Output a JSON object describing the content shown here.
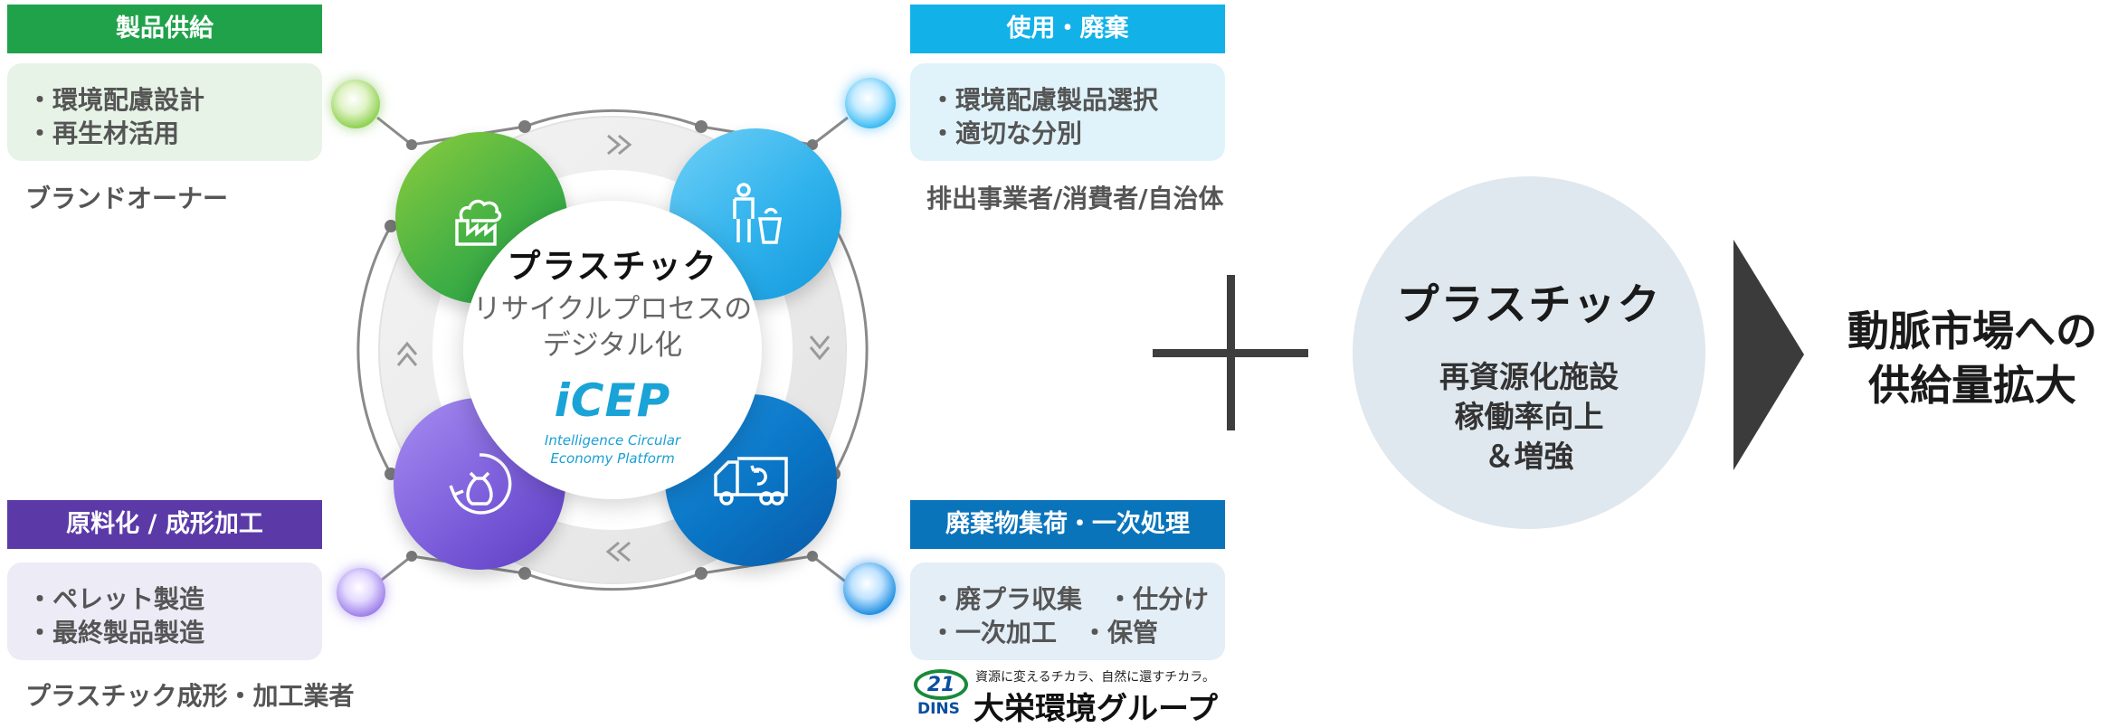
{
  "stages": {
    "supply": {
      "header": "製品供給",
      "items": [
        "・環境配慮設計",
        "・再生材活用"
      ],
      "actor": "ブランドオーナー",
      "color": "#1fa24a"
    },
    "use": {
      "header": "使用・廃棄",
      "items": [
        "・環境配慮製品選択",
        "・適切な分別"
      ],
      "actor": "排出事業者/消費者/自治体",
      "color": "#12b1e8"
    },
    "material": {
      "header": "原料化 / 成形加工",
      "items": [
        "・ペレット製造",
        "・最終製品製造"
      ],
      "actor": "プラスチック成形・加工業者",
      "color": "#5b3aa8"
    },
    "collect": {
      "header": "廃棄物集荷・一次処理",
      "items": [
        "・廃プラ収集　・仕分け",
        "・一次加工　・保管"
      ],
      "color": "#0a74bb"
    }
  },
  "center": {
    "title": "プラスチック",
    "subtitle_1": "リサイクルプロセスの",
    "subtitle_2": "デジタル化",
    "logo": "iCEP",
    "logo_sub_1": "Intelligence Circular",
    "logo_sub_2": "Economy Platform"
  },
  "icons": [
    "factory-icon",
    "person-recycle-icon",
    "recycle-bag-icon",
    "garbage-truck-icon"
  ],
  "company": {
    "tagline": "資源に変えるチカラ、自然に還すチカラ。",
    "logo_number": "21",
    "logo_abbr": "DINS",
    "name": "大栄環境グループ"
  },
  "plus_sign": "+",
  "right_circle": {
    "title": "プラスチック",
    "line1": "再資源化施設",
    "line2": "稼働率向上",
    "line3": "＆増強"
  },
  "result": {
    "line1": "動脈市場への",
    "line2": "供給量拡大"
  }
}
